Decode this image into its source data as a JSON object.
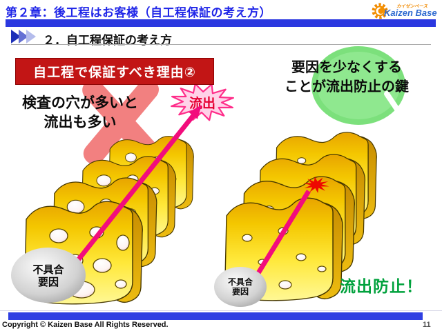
{
  "header": {
    "title": "第２章：後工程はお客様（自工程保証の考え方）"
  },
  "logo": {
    "name": "Kaizen Base",
    "tagline": "カイゼンベース"
  },
  "section": {
    "title": "２．自工程保証の考え方"
  },
  "content": {
    "reason_box": "自工程で保証すべき理由②",
    "left_caption_line1": "検査の穴が多いと",
    "left_caption_line2": "流出も多い",
    "right_caption_line1": "要因を少なくする",
    "right_caption_line2": "ことが流出防止の鍵",
    "outflow_burst": "流出",
    "defect_label_line1": "不具合",
    "defect_label_line2": "要因",
    "prevention_text": "流出防止！"
  },
  "footer": {
    "copyright": "Copyright ©  Kaizen Base  All Rights Reserved.",
    "page": "11"
  },
  "colors": {
    "header_text": "#1f25e8",
    "header_bar": "#2b38e0",
    "reason_box_bg": "#c21515",
    "cheese_top": "#e8a400",
    "cheese_bottom": "#fff895",
    "arrow_pink": "#f20c7c",
    "burst_fill": "#ffd2e8",
    "burst_border": "#ff2e8a",
    "burst_text": "#e60033",
    "impact_red": "#ee0800",
    "blob_green": "#8fe88f",
    "prevention_green": "#00a13c",
    "x_mark": "#f28080",
    "defect_ellipse": "#8c8c8c"
  }
}
